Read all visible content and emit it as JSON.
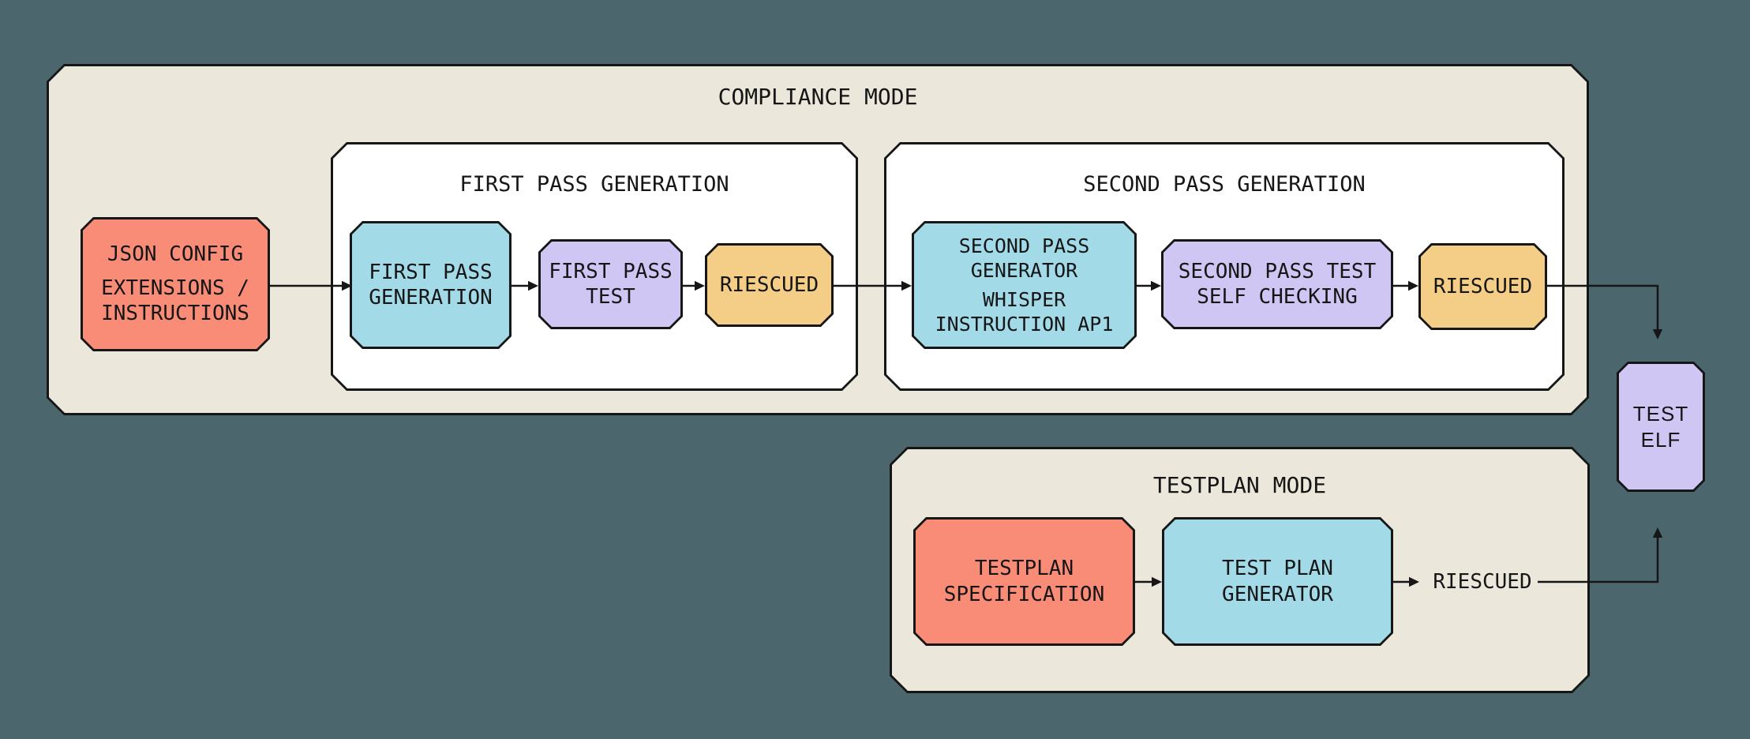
{
  "canvas": {
    "background": "#4B666D"
  },
  "colors": {
    "ink": "#161616",
    "beige": "#EBE7DB",
    "white": "#FFFFFF",
    "salmon": "#F98C77",
    "blue": "#A2DAE8",
    "purple": "#CFC6F3",
    "yellow": "#F4CD87"
  },
  "compliance": {
    "title": "COMPLIANCE MODE",
    "json_config": {
      "line1": "JSON CONFIG",
      "line2": "EXTENSIONS /\nINSTRUCTIONS"
    },
    "first_pass": {
      "title": "FIRST PASS GENERATION",
      "generator": "FIRST PASS\nGENERATION",
      "test": "FIRST PASS\nTEST",
      "riescued": "RIESCUED"
    },
    "second_pass": {
      "title": "SECOND PASS GENERATION",
      "generator_line1": "SECOND PASS\nGENERATOR",
      "generator_line2": "WHISPER\nINSTRUCTION AP1",
      "test": "SECOND PASS TEST\nSELF CHECKING",
      "riescued": "RIESCUED"
    }
  },
  "testplan": {
    "title": "TESTPLAN MODE",
    "spec": "TESTPLAN\nSPECIFICATION",
    "generator": "TEST PLAN\nGENERATOR",
    "riescued": "RIESCUED"
  },
  "output": {
    "label": "TEST\nELF"
  }
}
